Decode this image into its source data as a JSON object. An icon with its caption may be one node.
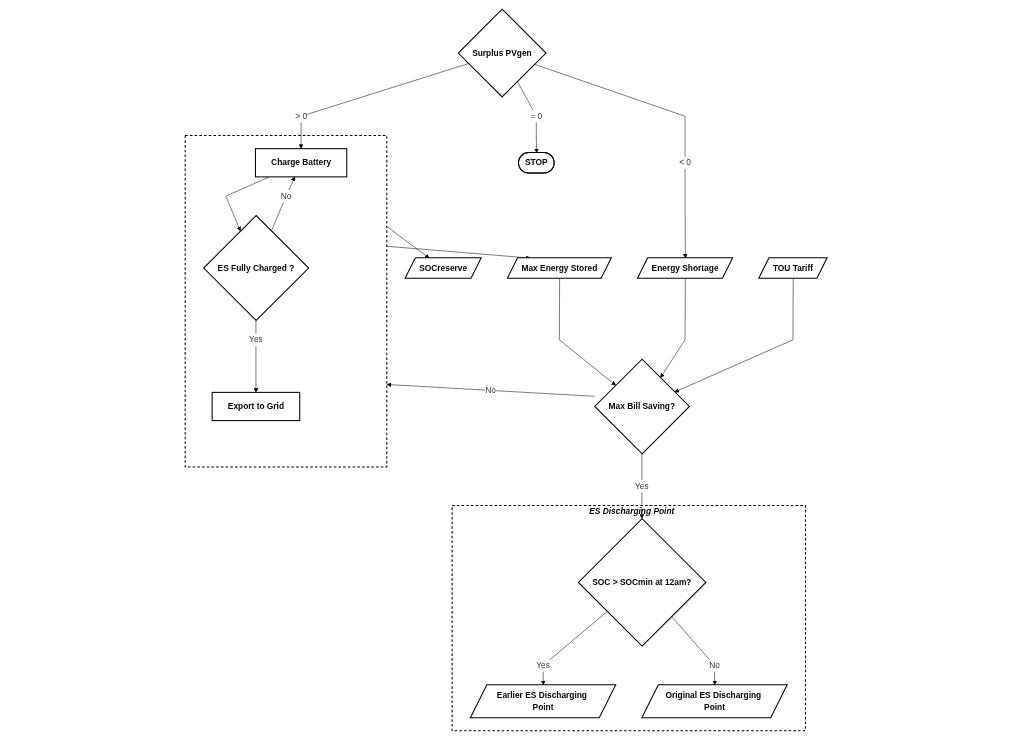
{
  "diagram": {
    "nodes": [
      {
        "text": [
          "Surplus PVgen"
        ]
      },
      {
        "text": [
          "STOP"
        ]
      },
      {
        "text": [],
        "shape": "box"
      },
      {
        "text": [
          "Charge Battery"
        ],
        "in": 2
      },
      {
        "text": [
          "ES Fully Charged ?"
        ],
        "in": 2
      },
      {
        "text": [
          "Export to Grid"
        ],
        "in": 2
      },
      {
        "text": [
          "Max Energy Stored"
        ]
      },
      {
        "text": [
          "Energy Shortage"
        ]
      },
      {
        "text": [
          "TOU Tariff"
        ]
      },
      {
        "text": [
          "Max Bill Saving?"
        ]
      },
      {
        "text": [
          "ES Discharging Point"
        ]
      },
      {
        "text": [
          "SOC > SOCmin at 12am?"
        ],
        "in": 10
      },
      {
        "text": [
          "Earlier ES Discharging Point"
        ],
        "in": 10
      },
      {
        "text": [
          "Original ES Discharging Point"
        ],
        "in": 10
      },
      {
        "text": [
          "SOCreserve"
        ]
      }
    ],
    "edges": [
      {
        "from": 0,
        "to": 3,
        "arrow": "to",
        "label": "> 0"
      },
      {
        "from": 0,
        "to": 1,
        "arrow": "to",
        "label": "= 0"
      },
      {
        "from": 0,
        "to": 7,
        "arrow": "to",
        "label": "< 0"
      },
      {
        "from": 3,
        "to": 4,
        "arrow": "to"
      },
      {
        "from": 4,
        "to": 3,
        "arrow": "to",
        "label": "No"
      },
      {
        "from": 4,
        "to": 5,
        "arrow": "to",
        "label": "Yes"
      },
      {
        "from": 2,
        "to": 6,
        "arrow": "to"
      },
      {
        "from": 6,
        "to": 9,
        "arrow": "to"
      },
      {
        "from": 7,
        "to": 9,
        "arrow": "to"
      },
      {
        "from": 8,
        "to": 9,
        "arrow": "to"
      },
      {
        "from": 9,
        "to": 2,
        "arrow": "to",
        "label": "No"
      },
      {
        "from": 9,
        "to": 11,
        "arrow": "to",
        "label": "Yes"
      },
      {
        "from": 11,
        "to": 12,
        "arrow": "to",
        "label": "Yes"
      },
      {
        "from": 11,
        "to": 13,
        "arrow": "to",
        "label": "No"
      },
      {
        "from": 2,
        "to": 14,
        "arrow": "to"
      }
    ]
  }
}
